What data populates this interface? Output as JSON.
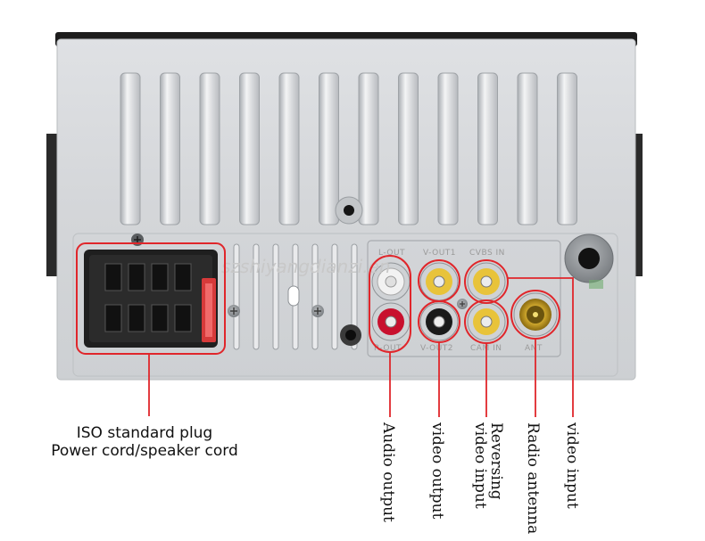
{
  "watermark": "szshiyangdianzi.en",
  "iso_label": {
    "line1": "ISO standard plug",
    "line2": "Power cord/speaker cord"
  },
  "port_labels": {
    "l_out": "L-OUT",
    "r_out": "R-OUT",
    "v_out1": "V-OUT1",
    "v_out2": "V-OUT2",
    "cvbs_in": "CVBS IN",
    "cam_in": "CAM IN",
    "ant": "ANT"
  },
  "callouts": {
    "audio_output": "Audio output",
    "video_output": "video output",
    "reversing_line1": "Reversing",
    "reversing_line2": "video input",
    "radio_antenna": "Radio antenna",
    "video_input": "video input"
  },
  "colors": {
    "callout_red": "#e0262b",
    "rca_red": "#c8102e",
    "rca_yellow": "#e8c33a",
    "rca_white": "#f2f2f2",
    "rca_black": "#1a1a1a",
    "chassis": "#d7d9dc",
    "connector": "#2a2a2a"
  }
}
